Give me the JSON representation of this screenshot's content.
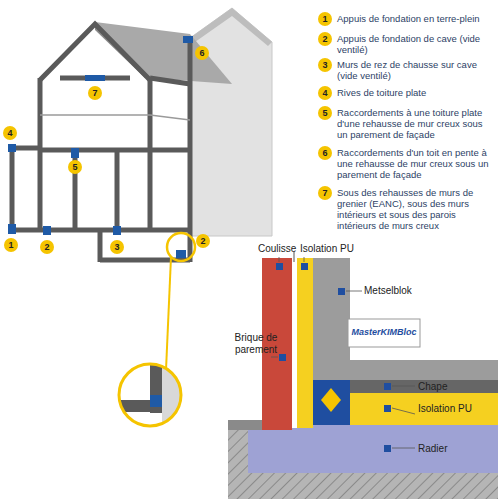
{
  "diagram": {
    "labels": [
      "1",
      "2",
      "3",
      "4",
      "5",
      "6",
      "7",
      "4",
      "5",
      "6",
      "7",
      "1",
      "2",
      "3",
      "2",
      "Coulisse",
      "Isolation PU",
      "Metselblok",
      "Brique de parement",
      "MasterKIMBloc",
      "Chape",
      "Isolation PU",
      "Radier"
    ],
    "legend": [
      {
        "text": "Appuis de fondation en terre-plein"
      },
      {
        "text": "Appuis de fondation de cave (vide ventilé)"
      },
      {
        "text": "Murs de rez de chausse sur cave (vide ventilé)"
      },
      {
        "text": "Rives de toiture plate"
      },
      {
        "text": "Raccordements à une toiture plate d'une rehausse de mur creux sous un parement de façade"
      },
      {
        "text": "Raccordements d'un toit en pente à une rehausse de mur creux sous un parement de façade"
      },
      {
        "text": "Sous des rehausses de murs de grenier (EANC), sous des murs intérieurs et sous des parois intérieurs de murs creux"
      }
    ]
  }
}
